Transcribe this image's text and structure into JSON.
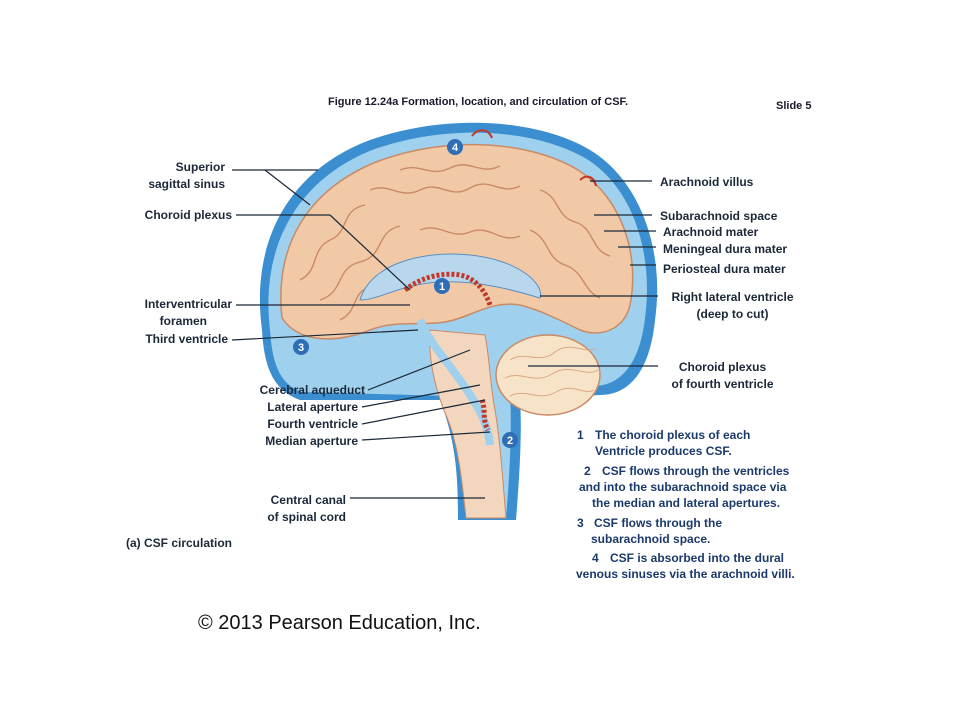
{
  "figure_caption": "Figure 12.24a Formation, location, and circulation of CSF.",
  "slide_label": "Slide 5",
  "labels_left": {
    "superior_sagittal_sinus_1": "Superior",
    "superior_sagittal_sinus_2": "sagittal sinus",
    "choroid_plexus": "Choroid plexus",
    "interventricular_foramen_1": "Interventricular",
    "interventricular_foramen_2": "foramen",
    "third_ventricle": "Third ventricle",
    "cerebral_aqueduct": "Cerebral aqueduct",
    "lateral_aperture": "Lateral aperture",
    "fourth_ventricle": "Fourth ventricle",
    "median_aperture": "Median aperture",
    "central_canal_1": "Central canal",
    "central_canal_2": "of spinal cord",
    "panel_caption": "(a) CSF circulation"
  },
  "labels_right": {
    "arachnoid_villus": "Arachnoid villus",
    "subarachnoid_space": "Subarachnoid space",
    "arachnoid_mater": "Arachnoid mater",
    "meningeal_dura_mater": "Meningeal dura mater",
    "periosteal_dura_mater": "Periosteal dura mater",
    "right_lateral_ventricle_1": "Right lateral ventricle",
    "right_lateral_ventricle_2": "(deep to cut)",
    "choroid_plexus_fourth_1": "Choroid plexus",
    "choroid_plexus_fourth_2": "of fourth ventricle"
  },
  "markers": {
    "m1": "1",
    "m2": "2",
    "m3": "3",
    "m4": "4"
  },
  "steps": {
    "s1_num": "1",
    "s1_line1": "The choroid plexus of each",
    "s1_line2": "Ventricle produces CSF.",
    "s2_num": "2",
    "s2_line1": "CSF flows through the ventricles",
    "s2_line2": "and into the subarachnoid space via",
    "s2_line3": "the median and lateral apertures.",
    "s3_num": "3",
    "s3_line1": "CSF flows through the",
    "s3_line2": "subarachnoid space.",
    "s4_num": "4",
    "s4_line1": "CSF is absorbed into the dural",
    "s4_line2": "venous sinuses via the arachnoid villi."
  },
  "copyright": "© 2013 Pearson Education, Inc.",
  "colors": {
    "dura": "#3b8fd0",
    "csf": "#9fd0ee",
    "brain": "#f2c9a6",
    "gyri_line": "#c98a66",
    "cerebellum": "#f7e3c8",
    "choroid": "#c0392b",
    "leader": "#1b2838"
  }
}
